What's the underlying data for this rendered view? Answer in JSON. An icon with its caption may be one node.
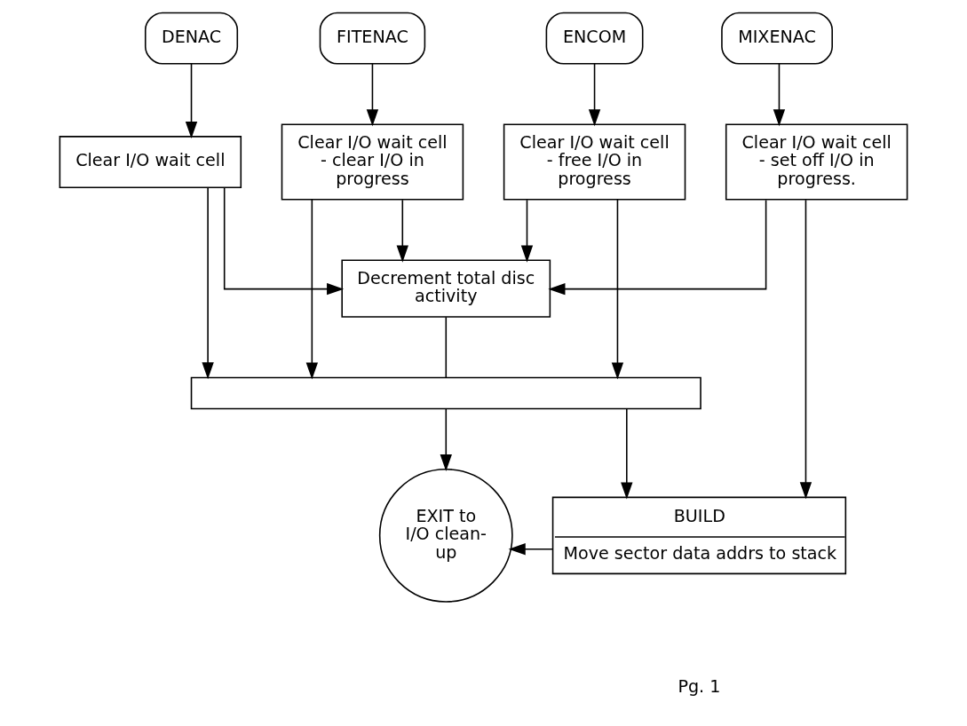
{
  "diagram": {
    "nodes": [
      {
        "text": [
          "DENAC"
        ]
      },
      {
        "text": [
          "FITENAC"
        ]
      },
      {
        "text": [
          "ENCOM"
        ]
      },
      {
        "text": [
          "MIXENAC"
        ]
      },
      {
        "text": [
          "Clear I/O wait cell"
        ]
      },
      {
        "text": [
          "Clear I/O wait cell - clear I/O in progress"
        ]
      },
      {
        "text": [
          "Clear I/O wait cell - free I/O in progress"
        ]
      },
      {
        "text": [
          "Clear I/O wait cell - set off I/O in progress."
        ]
      },
      {
        "text": [
          "Decrement total disc activity"
        ]
      },
      {
        "text": [],
        "shape": "bar"
      },
      {
        "text": [
          "EXIT to I/O clean-up"
        ]
      },
      {
        "text": [
          "BUILD",
          "Move sector data addrs to stack"
        ]
      }
    ],
    "edges": [
      {
        "from": 0,
        "to": 4,
        "arrow": "to"
      },
      {
        "from": 1,
        "to": 5,
        "arrow": "to"
      },
      {
        "from": 2,
        "to": 6,
        "arrow": "to"
      },
      {
        "from": 3,
        "to": 7,
        "arrow": "to"
      },
      {
        "from": 4,
        "to": 8,
        "arrow": "to"
      },
      {
        "from": 5,
        "to": 8,
        "arrow": "to"
      },
      {
        "from": 6,
        "to": 8,
        "arrow": "to"
      },
      {
        "from": 7,
        "to": 8,
        "arrow": "to"
      },
      {
        "from": 4,
        "to": 9,
        "arrow": "to"
      },
      {
        "from": 5,
        "to": 9,
        "arrow": "to"
      },
      {
        "from": 6,
        "to": 9,
        "arrow": "to"
      },
      {
        "from": 7,
        "to": 11,
        "arrow": "to"
      },
      {
        "from": 8,
        "to": 9,
        "arrow": "none"
      },
      {
        "from": 9,
        "to": 10,
        "arrow": "to"
      },
      {
        "from": 9,
        "to": 11,
        "arrow": "to"
      },
      {
        "from": 11,
        "to": 10,
        "arrow": "to"
      }
    ],
    "labels": [
      "Pg. 1"
    ]
  }
}
